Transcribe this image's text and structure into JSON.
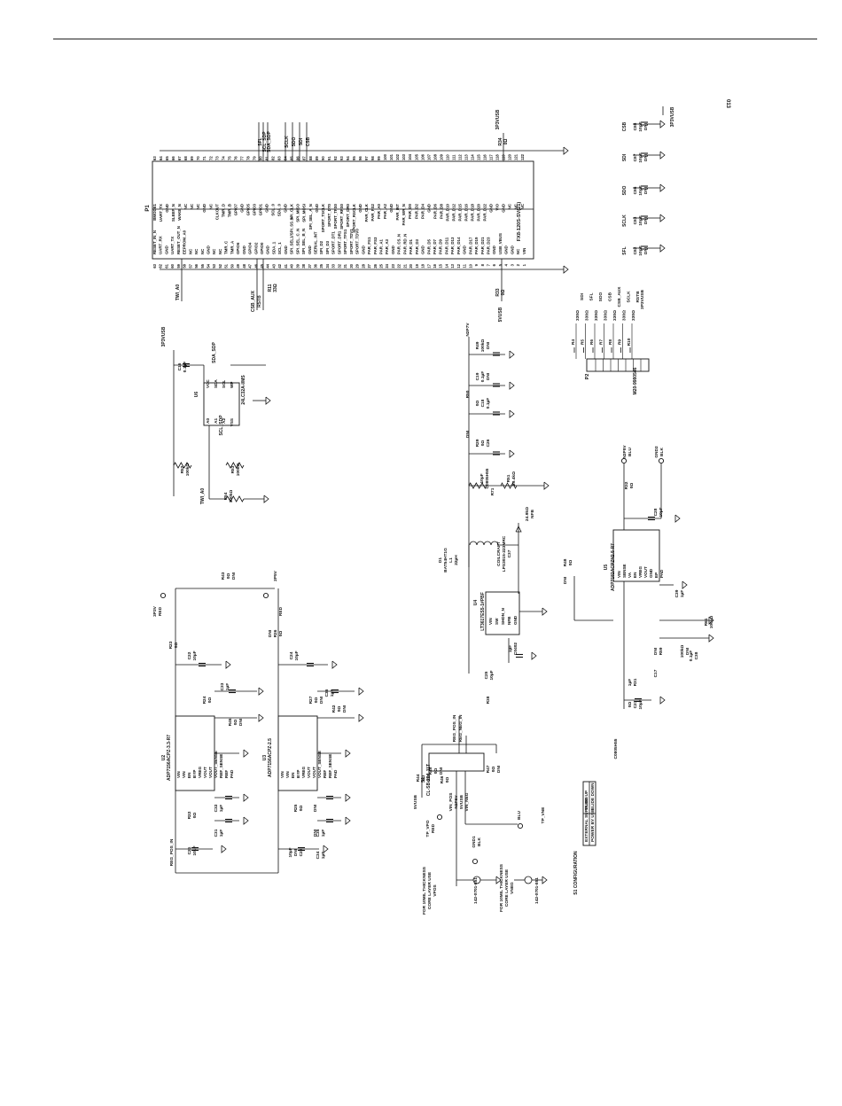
{
  "page": {
    "figure_id": "013"
  },
  "p1": {
    "ref": "P1",
    "part": "FX8-120S-SV(21)",
    "left_pins": [
      "RESET_IN_N",
      "UART_RX",
      "GND",
      "UART_TX",
      "RESET_OUT_N",
      "EEPROM_A0",
      "NC",
      "NC",
      "NC",
      "GND",
      "NC",
      "NC",
      "TMR_C",
      "TMR_A",
      "GPIO6",
      "GND",
      "GPIO4",
      "GPIO2",
      "GPIO0",
      "GND",
      "SDA_1",
      "SCL_1",
      "GND",
      "SPI_SEL1/SPI_SS_N",
      "SPI_SEL_C_N",
      "SPI_SEL_B_N",
      "GND",
      "SERIAL_INT",
      "SPI_D2",
      "SPI_D3",
      "SPORT_DT1",
      "SPORT_DR1",
      "SPORT_TFS1",
      "SPORT_TDV1",
      "SPORT_TDV0",
      "GND",
      "PAR_FS1",
      "PAR_FS3",
      "PAR_A1",
      "PAR_A3",
      "GND",
      "PAR_CS_N",
      "PAR_RD_N",
      "PAR_D1",
      "PAR_D3",
      "GND",
      "PAR_D5",
      "PAR_D7",
      "PAR_D9",
      "PAR_D11",
      "PAR_D13",
      "PAR_D14",
      "GND",
      "PAR_D17",
      "PAR_D19",
      "PAR_D21",
      "PAR_D23",
      "GND",
      "USB_VBUS",
      "GND",
      "GND",
      "NC",
      "VIN"
    ],
    "right_pins": [
      "BMODE1",
      "UART_TX",
      "GND",
      "SLEEP_N",
      "WAKE_N",
      "NC",
      "NC",
      "NC",
      "GND",
      "NC",
      "CLKOUT",
      "TMR_D",
      "TMR_B",
      "GPIO7",
      "GND",
      "GPIO5",
      "GPIO3",
      "GPIO1",
      "GND",
      "SCL_0",
      "SDA_0",
      "GND",
      "SPI_CLK",
      "SPI_MISO",
      "SPI_MOSI",
      "SPI_SEL_A_N",
      "GND",
      "SPORT_TSCLK",
      "SPORT_DT0",
      "SPORT_TFS0",
      "SPORT_RFS0",
      "SPORT_DR0",
      "SPORT_RSCLK",
      "GND",
      "PAR_CLK",
      "PAR_FS2",
      "PAR_A0",
      "PAR_A2",
      "GND",
      "PAR_INT",
      "PAR_WR_N",
      "PAR_D0",
      "PAR_D2",
      "PAR_D4",
      "GND",
      "PAR_D6",
      "PAR_D8",
      "PAR_D10",
      "PAR_D12",
      "PAR_D15",
      "PAR_D16",
      "PAR_D18",
      "PAR_D20",
      "PAR_D22",
      "GND",
      "VIO",
      "GND",
      "NC",
      "NC",
      "NC"
    ],
    "nets_left": [
      "TWI_A0",
      "CSB_AUX",
      "RSTB",
      "R11",
      "33Ω",
      "R33",
      "0Ω",
      "5VUSB"
    ],
    "nets_right": [
      "SFL",
      "SCL_SDP",
      "SDA_SDP",
      "SCLK",
      "SDO",
      "SDI",
      "CSB",
      "R34",
      "0Ω",
      "3P3VUSB"
    ]
  },
  "decoupling": [
    {
      "net": "CSB",
      "ref": "C88",
      "val": "10pF",
      "note": "DNI"
    },
    {
      "net": "SDI",
      "ref": "C87",
      "val": "10pF",
      "note": "DNI"
    },
    {
      "net": "SDO",
      "ref": "C86",
      "val": "10pF",
      "note": "DNI"
    },
    {
      "net": "SCLK",
      "ref": "C83",
      "val": "10pF",
      "note": "DNI"
    },
    {
      "net": "SFL",
      "ref": "C82",
      "val": "10pF",
      "note": "DNI"
    }
  ],
  "p2": {
    "ref": "P2",
    "part": "M20-9980546",
    "resistors": [
      {
        "ref": "R4",
        "val": "330Ω",
        "net": "SDI"
      },
      {
        "ref": "R5",
        "val": "330Ω",
        "net": "SFL"
      },
      {
        "ref": "R6",
        "val": "330Ω",
        "net": "SDO"
      },
      {
        "ref": "R7",
        "val": "330Ω",
        "net": "CSB"
      },
      {
        "ref": "R8",
        "val": "330Ω",
        "net": "CSB_AUX"
      },
      {
        "ref": "R9",
        "val": "330Ω",
        "net": "SCLK"
      },
      {
        "ref": "R10",
        "val": "330Ω",
        "net": "RSTB"
      }
    ],
    "extra_nets": [
      "3P3VUSB"
    ]
  },
  "u6": {
    "ref": "U6",
    "part": "24LC32A-I/MS",
    "pins_left": [
      "A0",
      "A1",
      "A2",
      "VSS"
    ],
    "pins_right": [
      "VCC",
      "SDA",
      "SCL",
      "WP"
    ],
    "nums": [
      "1",
      "2",
      "3",
      "4",
      "5",
      "6",
      "7",
      "8"
    ],
    "labels": [
      "3P3VUSB",
      "C16",
      "0.1µF",
      "SDA_SDP",
      "SCL_SDP",
      "R52",
      "100kΩ",
      "R53",
      "100kΩ",
      "R54",
      "100kΩ",
      "TWI_A0"
    ]
  },
  "u4": {
    "ref": "U4",
    "part": "LT3617ES5-1#PBF",
    "pins": [
      "VIN",
      "SW",
      "SHDN_N",
      "NFB",
      "GND"
    ],
    "labels": [
      "N2P7V",
      "R49",
      "100kΩ",
      "DNI",
      "C19",
      "0.1µF",
      "DNI",
      "R50",
      "0Ω",
      "C18",
      "0.1µF",
      "DNI",
      "R29",
      "0Ω",
      "C26",
      "10µF",
      "C0805H55",
      "R51",
      "29.4kΩ",
      "R71",
      "24.9kΩ",
      "NFB",
      "D1",
      "BAT54HT1G",
      "L1",
      "22µH",
      "COILCRAFT",
      "LPS3015-223MRC",
      "C37",
      "1µF",
      "C0402",
      "C25",
      "10µF",
      "R38",
      "0Ω",
      "REG_POS_IN"
    ]
  },
  "u5": {
    "ref": "U5",
    "part": "ADP7182ACPZN2.5-R7",
    "pins": [
      "VIN",
      "SENSE",
      "VA",
      "EN",
      "VREG",
      "VOUT",
      "GND",
      "EP",
      "PAD"
    ],
    "labels": [
      "N2P5V",
      "BLU",
      "GND2",
      "BLK",
      "R32",
      "0Ω",
      "C28",
      "10µF",
      "R48",
      "0Ω",
      "DNI",
      "C39",
      "1µF",
      "R61",
      "100kΩ",
      "DNI",
      "R59",
      "100kΩ",
      "DNI",
      "C17",
      "0.1µF",
      "C38",
      "1µF",
      "R31",
      "0Ω",
      "C27",
      "10µF",
      "C0805H55",
      "REG_NEG_IN"
    ]
  },
  "u2": {
    "ref": "U2",
    "part": "ADP7156ACPZ-3.3-R7",
    "pins": [
      "VIN",
      "VIN",
      "EN",
      "BYP",
      "VREG",
      "VOUT",
      "VOUT",
      "VOUT_SENSE",
      "REF_SENSE",
      "REF",
      "PAD"
    ],
    "labels": [
      "3P3V",
      "RED",
      "R23",
      "0Ω",
      "C22",
      "10µF",
      "C33",
      "1µF",
      "R24",
      "0Ω",
      "R45",
      "0Ω",
      "DNI",
      "R22",
      "0Ω",
      "C32",
      "1µF",
      "C31",
      "1µF",
      "C21",
      "10µF",
      "REG_POS_IN"
    ]
  },
  "u3": {
    "ref": "U3",
    "part": "ADP7156ACPZ-2.5",
    "pins": [
      "VIN",
      "VIN",
      "EN",
      "BYP",
      "VREG",
      "VOUT",
      "VOUT",
      "VOUT_SENSE",
      "REF",
      "REF_SENSE",
      "PAD"
    ],
    "labels": [
      "2P5V",
      "RED",
      "R43",
      "0Ω",
      "DNI",
      "R26",
      "0Ω",
      "DNI",
      "C24",
      "10µF",
      "C36",
      "1µF",
      "R27",
      "0Ω",
      "DNI",
      "R42",
      "0Ω",
      "DNI",
      "R25",
      "0Ω",
      "DNI",
      "C35",
      "1µF",
      "DNI",
      "C34",
      "1µF",
      "DNI",
      "C23",
      "10µF",
      "DNI"
    ]
  },
  "s1": {
    "ref": "S1",
    "part": "CL-SB-22A-11T",
    "labels": [
      "5VUSB",
      "R44",
      "0Ω",
      "DNI",
      "R46",
      "0Ω",
      "R45",
      "0Ω",
      "DNI",
      "R47",
      "0Ω",
      "DNI",
      "REG_POS_IN",
      "REG_NEG_IN",
      "VIN_POS",
      "N2P5V",
      "5VUSB",
      "VIN_NEG",
      "TP_VPO",
      "RED",
      "BLU",
      "TP_VNE",
      "GND1",
      "BLK",
      "FOR 10MIL THICKNESS",
      "CORE LAYER USE",
      "VPOS",
      "142-0701-851",
      "FOR 10MIL THICKNESS",
      "CORE LAYER USE",
      "VNEG",
      "142-0701-851"
    ],
    "config_title": "S1 CONFIGURATION",
    "config_rows": [
      [
        "EXTERNAL SUPPLIES",
        "SLIDE UP"
      ],
      [
        "POWER BY USB",
        "SLIDE DOWN"
      ]
    ]
  }
}
